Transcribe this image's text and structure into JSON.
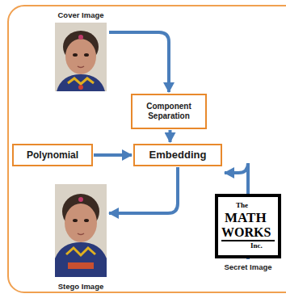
{
  "diagram": {
    "nodes": [
      {
        "text": [
          "Cover Image"
        ]
      },
      {
        "text": [
          "Component Separation"
        ]
      },
      {
        "text": [
          "Polynomial"
        ]
      },
      {
        "text": [
          "Embedding"
        ]
      },
      {
        "text": [
          "Stego Image"
        ]
      },
      {
        "text": [
          "Secret Image"
        ]
      }
    ],
    "edges": [
      {
        "from": 0,
        "to": 1,
        "arrow": "to"
      },
      {
        "from": 1,
        "to": 3,
        "arrow": "to"
      },
      {
        "from": 2,
        "to": 3,
        "arrow": "to"
      },
      {
        "from": 5,
        "to": 3,
        "arrow": "to"
      },
      {
        "from": 3,
        "to": 4,
        "arrow": "to"
      }
    ],
    "labels": [
      "The",
      "MATH",
      "WORKS",
      "Inc."
    ]
  }
}
